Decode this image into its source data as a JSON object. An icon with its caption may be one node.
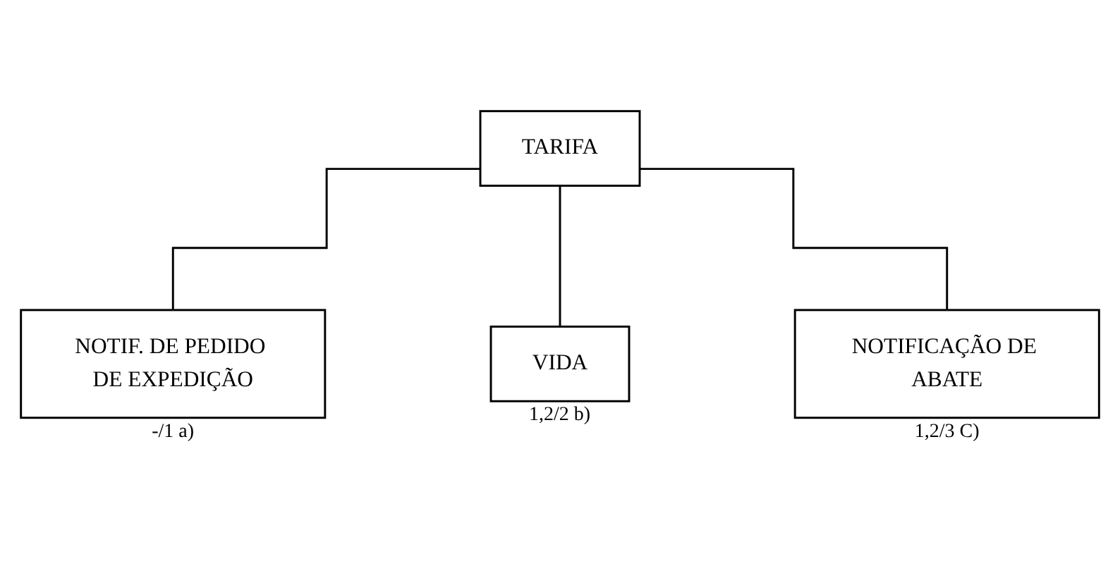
{
  "diagram": {
    "nodes": [
      {
        "text": [
          "TARIFA"
        ]
      },
      {
        "text": [
          "NOTIF. DE PEDIDO DE EXPEDIÇÃO"
        ],
        "beside": [
          "-/1 a)"
        ]
      },
      {
        "text": [
          "VIDA"
        ],
        "beside": [
          "1,2/2 b)"
        ]
      },
      {
        "text": [
          "NOTIFICAÇÃO DE ABATE"
        ],
        "beside": [
          "1,2/3 C)"
        ]
      }
    ],
    "edges": [
      {
        "from": 0,
        "to": 1,
        "arrow": "none"
      },
      {
        "from": 0,
        "to": 2,
        "arrow": "none"
      },
      {
        "from": 0,
        "to": 3,
        "arrow": "none"
      }
    ]
  }
}
